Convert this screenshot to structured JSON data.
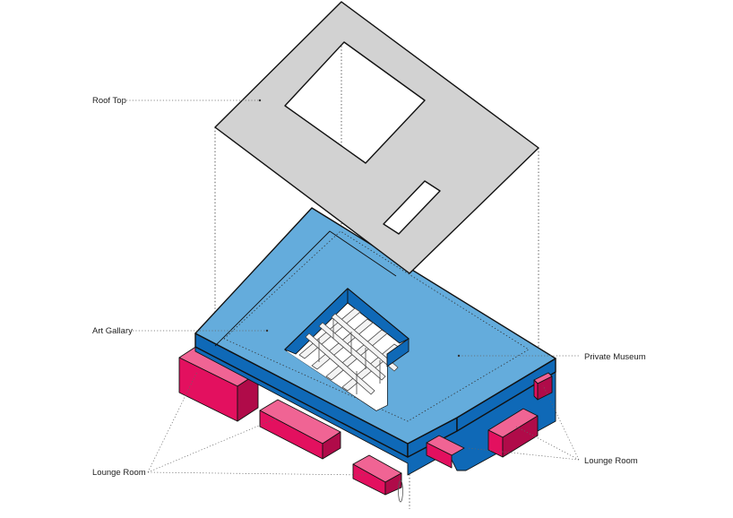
{
  "labels": {
    "roof_top": "Roof Top",
    "art_gallery": "Art Gallary",
    "private_museum": "Private Museum",
    "lounge_room_left": "Lounge Room",
    "lounge_room_right": "Lounge Room"
  },
  "colors": {
    "roof": "#d2d2d2",
    "slab": "#64acdc",
    "slab_side": "#0f69b7",
    "lounge_front": "#e3105f",
    "lounge_top": "#f06494",
    "lounge_side": "#b00b49",
    "courtyard_floor": "#ffffff",
    "courtyard_wall": "#0f69b7"
  }
}
